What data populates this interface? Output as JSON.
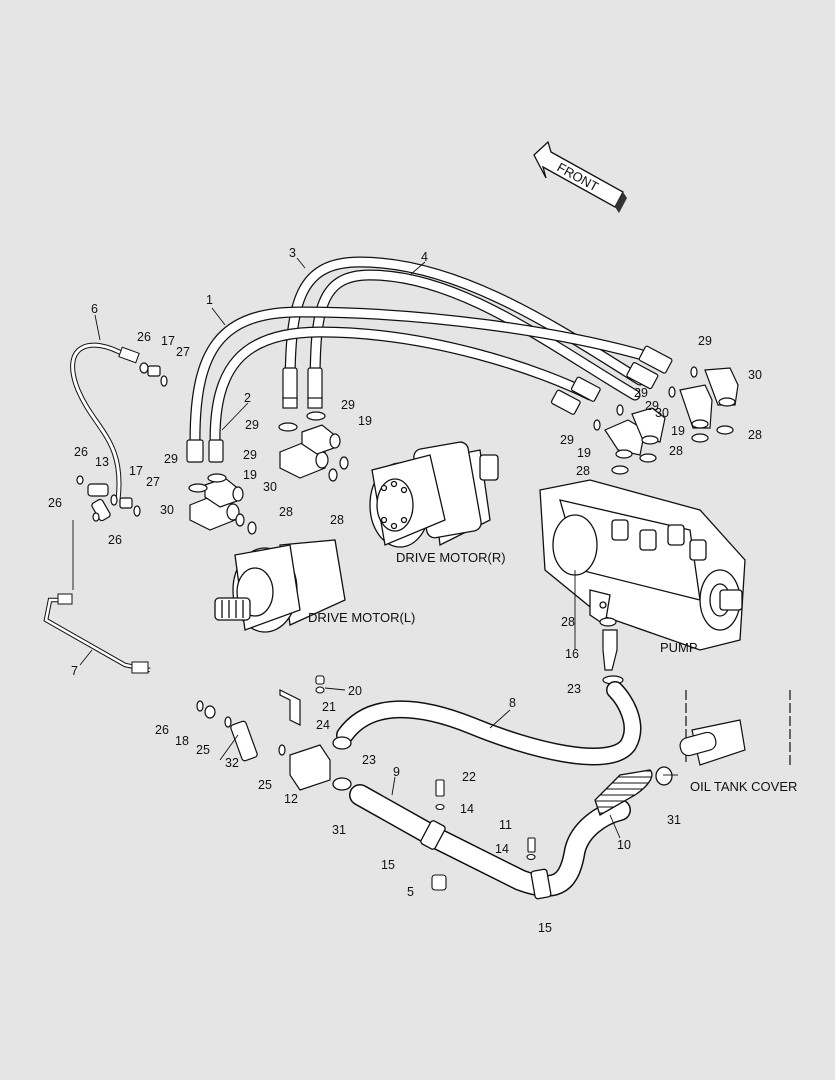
{
  "diagram": {
    "captions": {
      "front": "FRONT",
      "drive_motor_r": "DRIVE MOTOR(R)",
      "drive_motor_l": "DRIVE MOTOR(L)",
      "pump": "PUMP",
      "oil_tank_cover": "OIL TANK COVER"
    },
    "part_numbers": [
      "1",
      "2",
      "3",
      "4",
      "5",
      "6",
      "7",
      "8",
      "9",
      "10",
      "11",
      "12",
      "13",
      "14",
      "15",
      "16",
      "17",
      "18",
      "19",
      "20",
      "21",
      "22",
      "23",
      "24",
      "25",
      "26",
      "27",
      "28",
      "29",
      "30",
      "31",
      "32"
    ],
    "colors": {
      "background": "#e5e5e5",
      "part_fill": "#ffffff",
      "line": "#111111"
    }
  }
}
